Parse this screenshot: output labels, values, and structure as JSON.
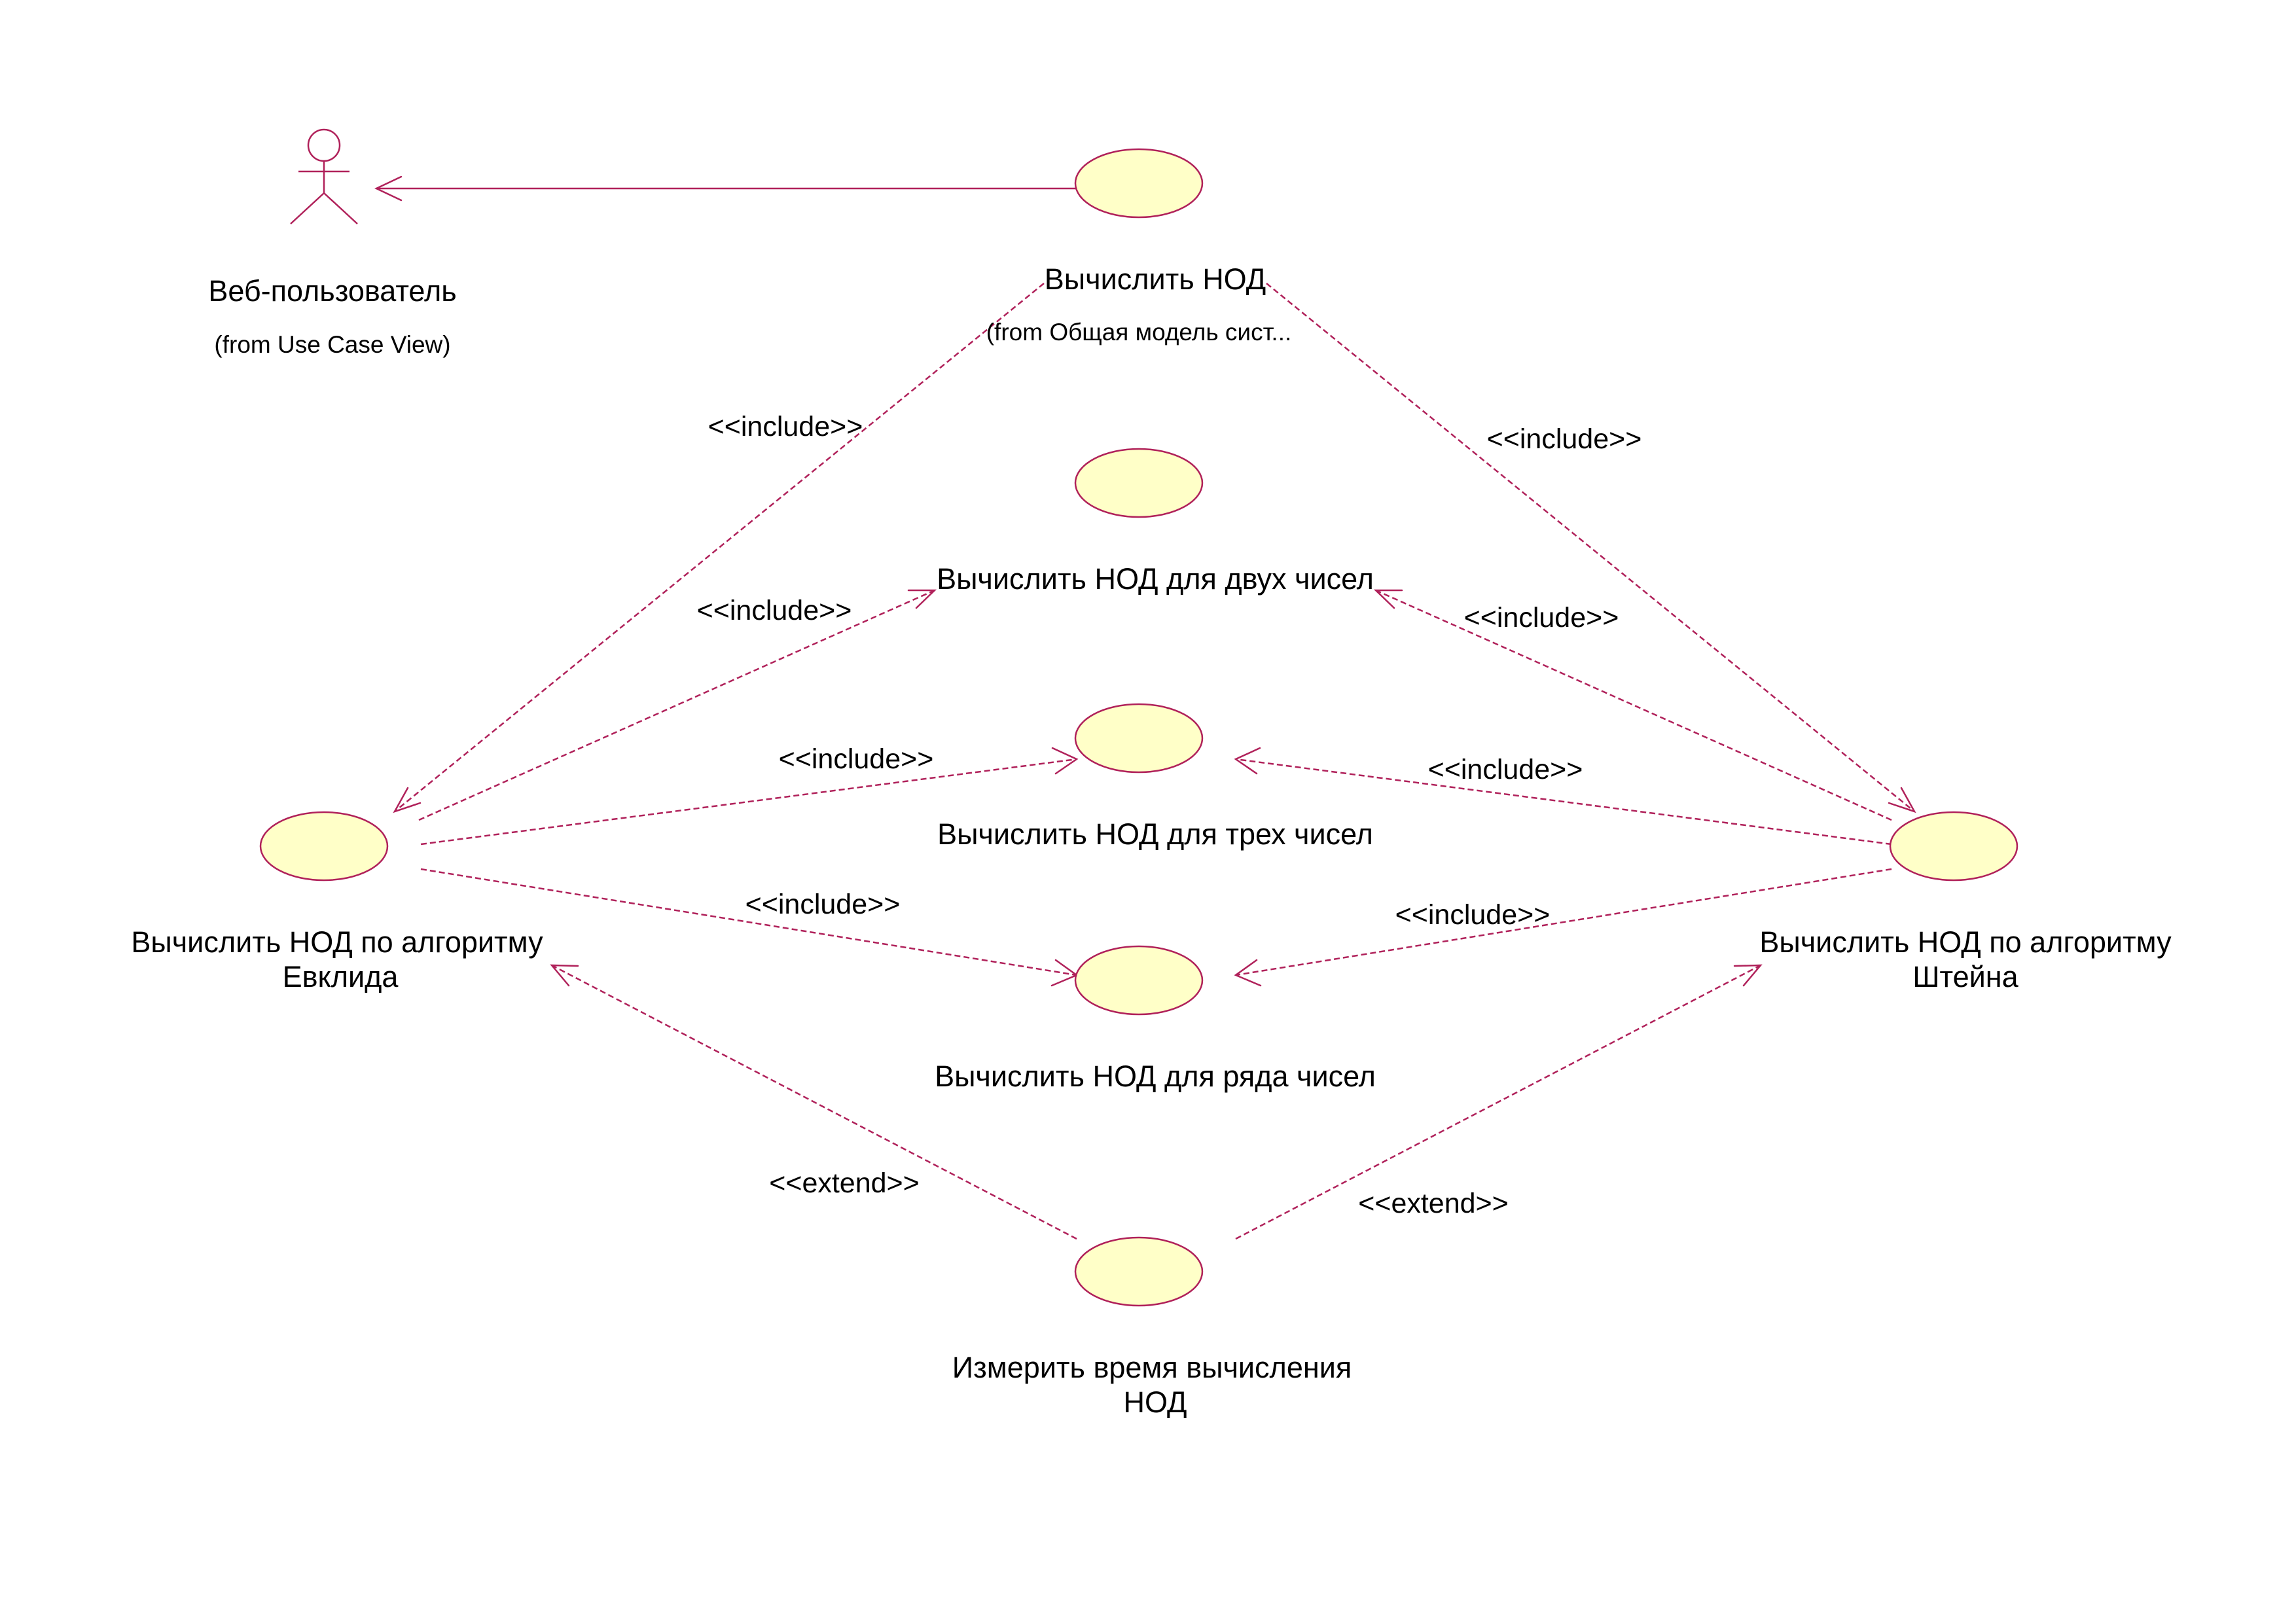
{
  "colors": {
    "line": "#b0215a",
    "usecase_fill": "#ffffc8",
    "background": "#ffffff"
  },
  "actor": {
    "name": "Веб-пользователь",
    "from": "(from Use Case View)"
  },
  "use_cases": {
    "gcd": {
      "name": "Вычислить НОД",
      "from": "(from Общая модель сист..."
    },
    "gcd_two": {
      "name": "Вычислить НОД для двух чисел"
    },
    "gcd_three": {
      "name": "Вычислить НОД для трех чисел"
    },
    "gcd_series": {
      "name": "Вычислить НОД для ряда чисел"
    },
    "euclid": {
      "line1": "Вычислить НОД по алгоритму",
      "line2": "Евклида"
    },
    "stein": {
      "line1": "Вычислить НОД по алгоритму",
      "line2": "Штейна"
    },
    "measure": {
      "line1": "Измерить время вычисления",
      "line2": "НОД"
    }
  },
  "relations": {
    "include": "<<include>>",
    "extend": "<<extend>>"
  }
}
